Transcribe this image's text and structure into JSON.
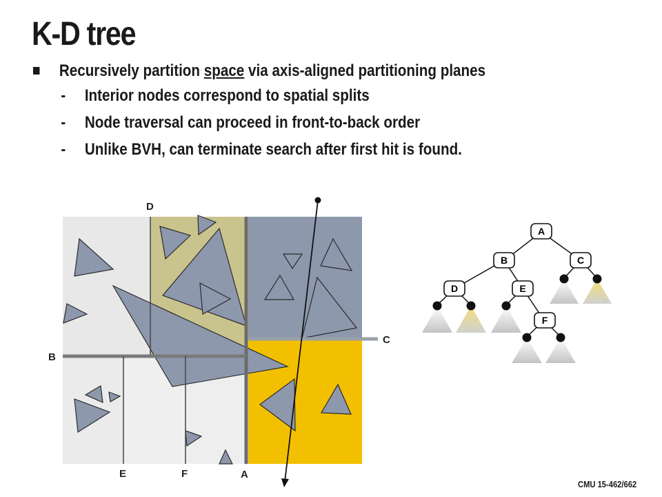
{
  "slide": {
    "title": "K-D tree",
    "bullet": {
      "before": "Recursively partition ",
      "underlined": "space",
      "after": " via axis-aligned partitioning planes"
    },
    "sub_bullets": [
      {
        "dash": "-",
        "text": "Interior nodes correspond to spatial splits"
      },
      {
        "dash": "-",
        "text": "Node traversal can proceed in front-to-back order"
      },
      {
        "dash": "-",
        "text": "Unlike BVH, can terminate search after first hit is found."
      }
    ],
    "footer": "CMU 15-462/662"
  },
  "diagram": {
    "plane_labels": {
      "D": "D",
      "B": "B",
      "C": "C",
      "E": "E",
      "F": "F",
      "A": "A"
    },
    "region_colors": {
      "leaf": "#e8e8e8",
      "d_right": "#c9c38e",
      "c_top": "#8d98ad",
      "c_bottom": "#f2c000",
      "triangle": "#8d98ad"
    }
  },
  "tree": {
    "nodes": {
      "A": "A",
      "B": "B",
      "C": "C",
      "D": "D",
      "E": "E",
      "F": "F"
    }
  }
}
